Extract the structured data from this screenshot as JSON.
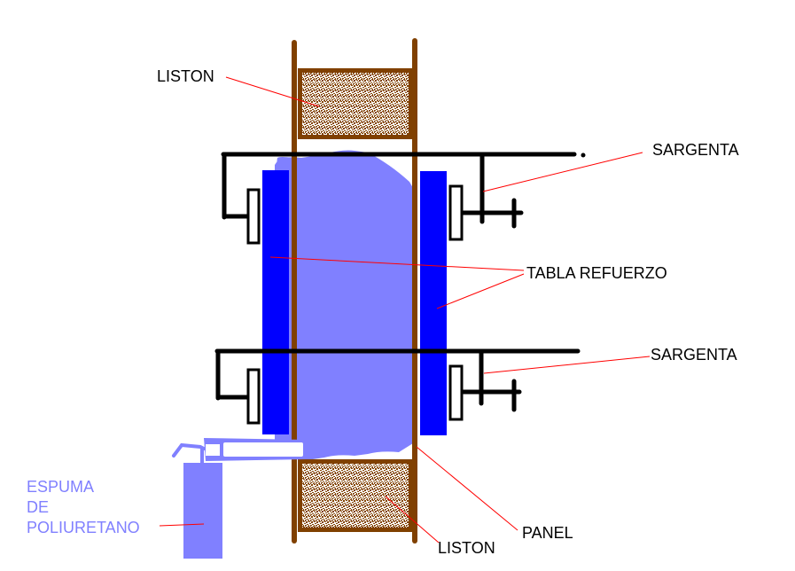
{
  "diagram": {
    "colors": {
      "wood": "#804000",
      "foam": "#8080ff",
      "board": "#0000ff",
      "clamp": "#000000",
      "leader": "#ff0000",
      "background": "#ffffff"
    },
    "labels": {
      "liston_top": "LISTON",
      "sargenta_top": "SARGENTA",
      "tabla_refuerzo": "TABLA REFUERZO",
      "sargenta_bottom": "SARGENTA",
      "espuma_line1": "ESPUMA",
      "espuma_line2": "DE",
      "espuma_line3": "POLIURETANO",
      "panel": "PANEL",
      "liston_bottom": "LISTON"
    }
  }
}
